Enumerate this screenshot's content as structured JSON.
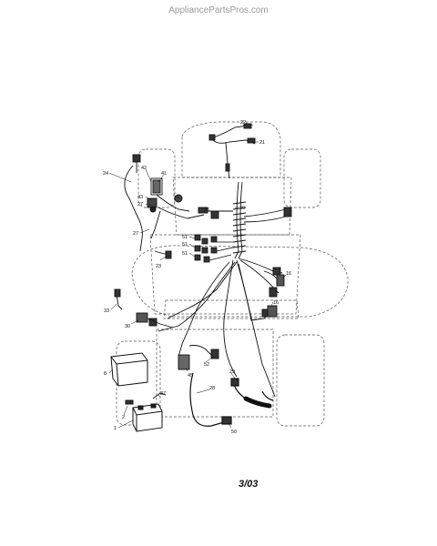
{
  "watermark": "AppliancePartsPros.com",
  "date_code": "3/03",
  "callouts": [
    {
      "id": "c22",
      "text": "22"
    },
    {
      "id": "c21",
      "text": "21"
    },
    {
      "id": "c24",
      "text": "24"
    },
    {
      "id": "c42",
      "text": "42"
    },
    {
      "id": "c41",
      "text": "41"
    },
    {
      "id": "c43",
      "text": "43"
    },
    {
      "id": "c27a",
      "text": "27"
    },
    {
      "id": "c27b",
      "text": "27"
    },
    {
      "id": "c26",
      "text": "26"
    },
    {
      "id": "c40",
      "text": "40"
    },
    {
      "id": "c51a",
      "text": "51"
    },
    {
      "id": "c51b",
      "text": "51"
    },
    {
      "id": "c51c",
      "text": "51"
    },
    {
      "id": "c23",
      "text": "23"
    },
    {
      "id": "c16a",
      "text": "16"
    },
    {
      "id": "c16b",
      "text": "16"
    },
    {
      "id": "c33",
      "text": "33"
    },
    {
      "id": "c30",
      "text": "30"
    },
    {
      "id": "c8",
      "text": "8"
    },
    {
      "id": "c45",
      "text": "45"
    },
    {
      "id": "c52",
      "text": "52"
    },
    {
      "id": "c29",
      "text": "29"
    },
    {
      "id": "c28",
      "text": "28"
    },
    {
      "id": "c37",
      "text": "37"
    },
    {
      "id": "c2",
      "text": "2"
    },
    {
      "id": "c1",
      "text": "1"
    },
    {
      "id": "c50",
      "text": "50"
    }
  ]
}
